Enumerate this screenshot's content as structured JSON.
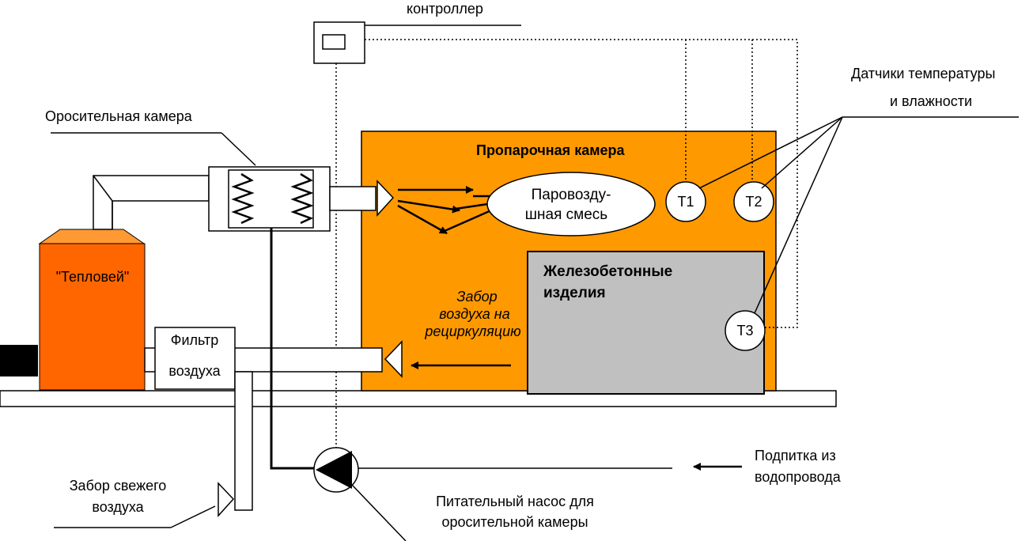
{
  "diagram": {
    "labels": {
      "controller": "контроллер",
      "sensors_line1": "Датчики температуры",
      "sensors_line2": "и влажности",
      "spray_chamber": "Оросительная камера",
      "steam_chamber": "Пропарочная камера",
      "mix_line1": "Паровозду-",
      "mix_line2": "шная смесь",
      "heater": "\"Тепловей\"",
      "products_line1": "Железобетонные",
      "products_line2": "изделия",
      "recirc_line1": "Забор",
      "recirc_line2": "воздуха на",
      "recirc_line3": "рециркуляцию",
      "filter_line1": "Фильтр",
      "filter_line2": "воздуха",
      "fresh_air_line1": "Забор свежего",
      "fresh_air_line2": "воздуха",
      "pump_line1": "Питательный насос для",
      "pump_line2": "оросительной камеры",
      "water_line1": "Подпитка из",
      "water_line2": "водопровода"
    },
    "sensors": [
      "T1",
      "T2",
      "T3"
    ],
    "colors": {
      "steam_chamber": "#FF9900",
      "heater": "#FF6600",
      "heater_top": "#FF9933",
      "products": "#C0C0C0",
      "line": "#000000"
    }
  }
}
